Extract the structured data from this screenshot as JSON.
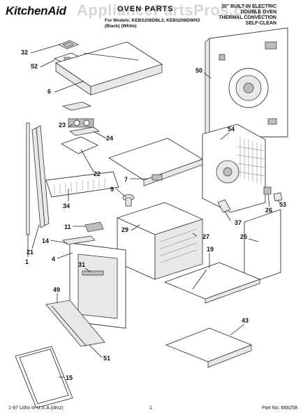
{
  "header": {
    "brand": "KitchenAid",
    "title": "OVEN PARTS",
    "for_models": "For Models: KEBS208DBL3, KEBS208DWH3",
    "color": "(Black) (White)",
    "description": [
      "30\" BUILT-IN ELECTRIC",
      "DOUBLE OVEN",
      "THERMAL CONVECTION",
      "SELF-CLEAN"
    ]
  },
  "watermark": "AppliancePartsPros.com",
  "footer": {
    "left": "1-97 Litho in U.S.A.(dmz)",
    "center": "1",
    "right": "Part No. 666258"
  },
  "callouts": [
    "32",
    "52",
    "6",
    "50",
    "23",
    "24",
    "54",
    "22",
    "7",
    "9",
    "26",
    "53",
    "34",
    "37",
    "11",
    "29",
    "27",
    "14",
    "25",
    "4",
    "21",
    "1",
    "19",
    "31",
    "49",
    "43",
    "51",
    "15"
  ]
}
